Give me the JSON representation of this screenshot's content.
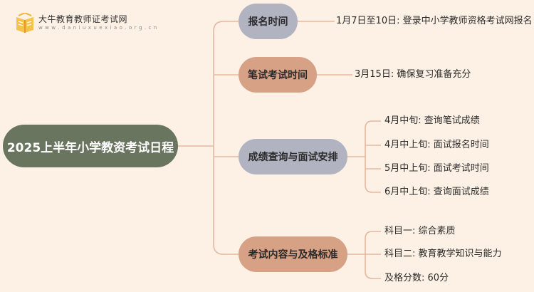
{
  "logo": {
    "name": "大牛教育教师证考试网",
    "url": "w w w . d a n i u x u e x i a o . o r g . c n",
    "icon": "book-icon"
  },
  "root": {
    "label": "2025上半年小学教资考试日程"
  },
  "branches": [
    {
      "label": "报名时间",
      "color": "#b1b3c1",
      "leaves": [
        "1月7日至10日: 登录中小学教师资格考试网报名"
      ]
    },
    {
      "label": "笔试考试时间",
      "color": "#d7a185",
      "leaves": [
        "3月15日: 确保复习准备充分"
      ]
    },
    {
      "label": "成绩查询与面试安排",
      "color": "#b1b3c1",
      "leaves": [
        "4月中旬: 查询笔试成绩",
        "4月中上旬: 面试报名时间",
        "5月中上旬: 面试考试时间",
        "6月中上旬: 查询面试成绩"
      ]
    },
    {
      "label": "考试内容与及格标准",
      "color": "#d7a185",
      "leaves": [
        "科目一: 综合素质",
        "科目二: 教育教学知识与能力",
        "及格分数: 60分"
      ]
    }
  ],
  "colors": {
    "background": "#fdf1e5",
    "root": "#6a7560",
    "connector": "#e5b7a0"
  }
}
